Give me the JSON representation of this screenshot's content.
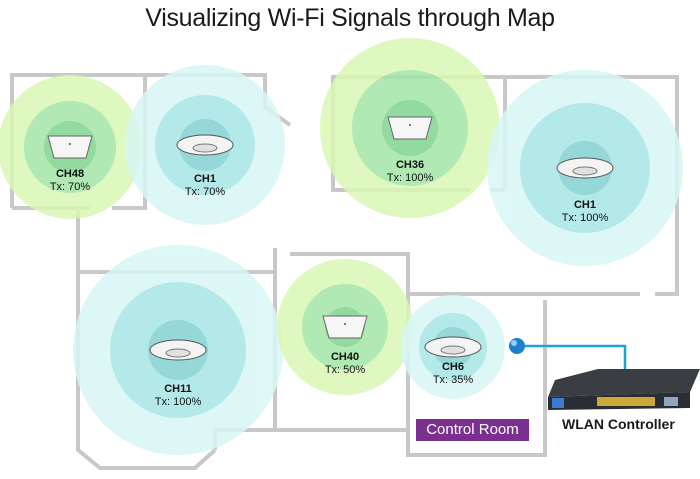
{
  "title": "Visualizing Wi-Fi Signals through Map",
  "colors": {
    "green_outer": "#d9f7b4",
    "green_mid": "#a3e6a8",
    "green_inner": "#7fd48f",
    "cyan_outer": "#d8f6f6",
    "cyan_mid": "#a7e6e6",
    "cyan_inner": "#84d1d1",
    "wall": "#c8c8c8",
    "cable": "#1fa3d6",
    "control_room_bg": "#7b2f8e"
  },
  "access_points": [
    {
      "id": "ap-ch48",
      "channel": "CH48",
      "tx": "Tx: 70%",
      "band": "green",
      "device": "box"
    },
    {
      "id": "ap-ch1-a",
      "channel": "CH1",
      "tx": "Tx: 70%",
      "band": "cyan",
      "device": "disc"
    },
    {
      "id": "ap-ch36",
      "channel": "CH36",
      "tx": "Tx: 100%",
      "band": "green",
      "device": "box"
    },
    {
      "id": "ap-ch1-b",
      "channel": "CH1",
      "tx": "Tx: 100%",
      "band": "cyan",
      "device": "disc"
    },
    {
      "id": "ap-ch11",
      "channel": "CH11",
      "tx": "Tx: 100%",
      "band": "cyan",
      "device": "disc"
    },
    {
      "id": "ap-ch40",
      "channel": "CH40",
      "tx": "Tx: 50%",
      "band": "green",
      "device": "box"
    },
    {
      "id": "ap-ch6",
      "channel": "CH6",
      "tx": "Tx: 35%",
      "band": "cyan",
      "device": "disc"
    }
  ],
  "control_room_label": "Control Room",
  "controller_label": "WLAN Controller"
}
